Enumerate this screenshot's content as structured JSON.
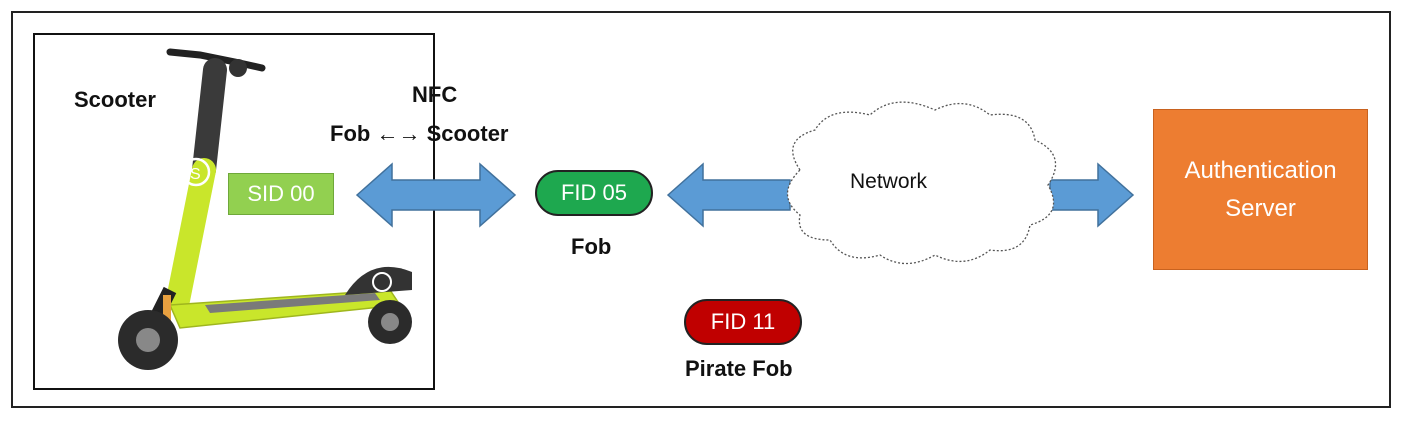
{
  "labels": {
    "scooter": "Scooter",
    "nfc_title": "NFC",
    "nfc_fob": "Fob",
    "nfc_arrow": "←→",
    "nfc_scooter": "Scooter",
    "fob": "Fob",
    "pirate_fob": "Pirate Fob",
    "network": "Network"
  },
  "nodes": {
    "sid": "SID 00",
    "fid_legit": "FID 05",
    "fid_pirate": "FID 11",
    "auth_line1": "Authentication",
    "auth_line2": "Server"
  },
  "colors": {
    "sid": "#92d050",
    "fid_legit": "#1ea84f",
    "fid_pirate": "#c00000",
    "auth_server": "#ed7d31",
    "arrow": "#5b9bd5",
    "scooter_body": "#c9e62b"
  }
}
